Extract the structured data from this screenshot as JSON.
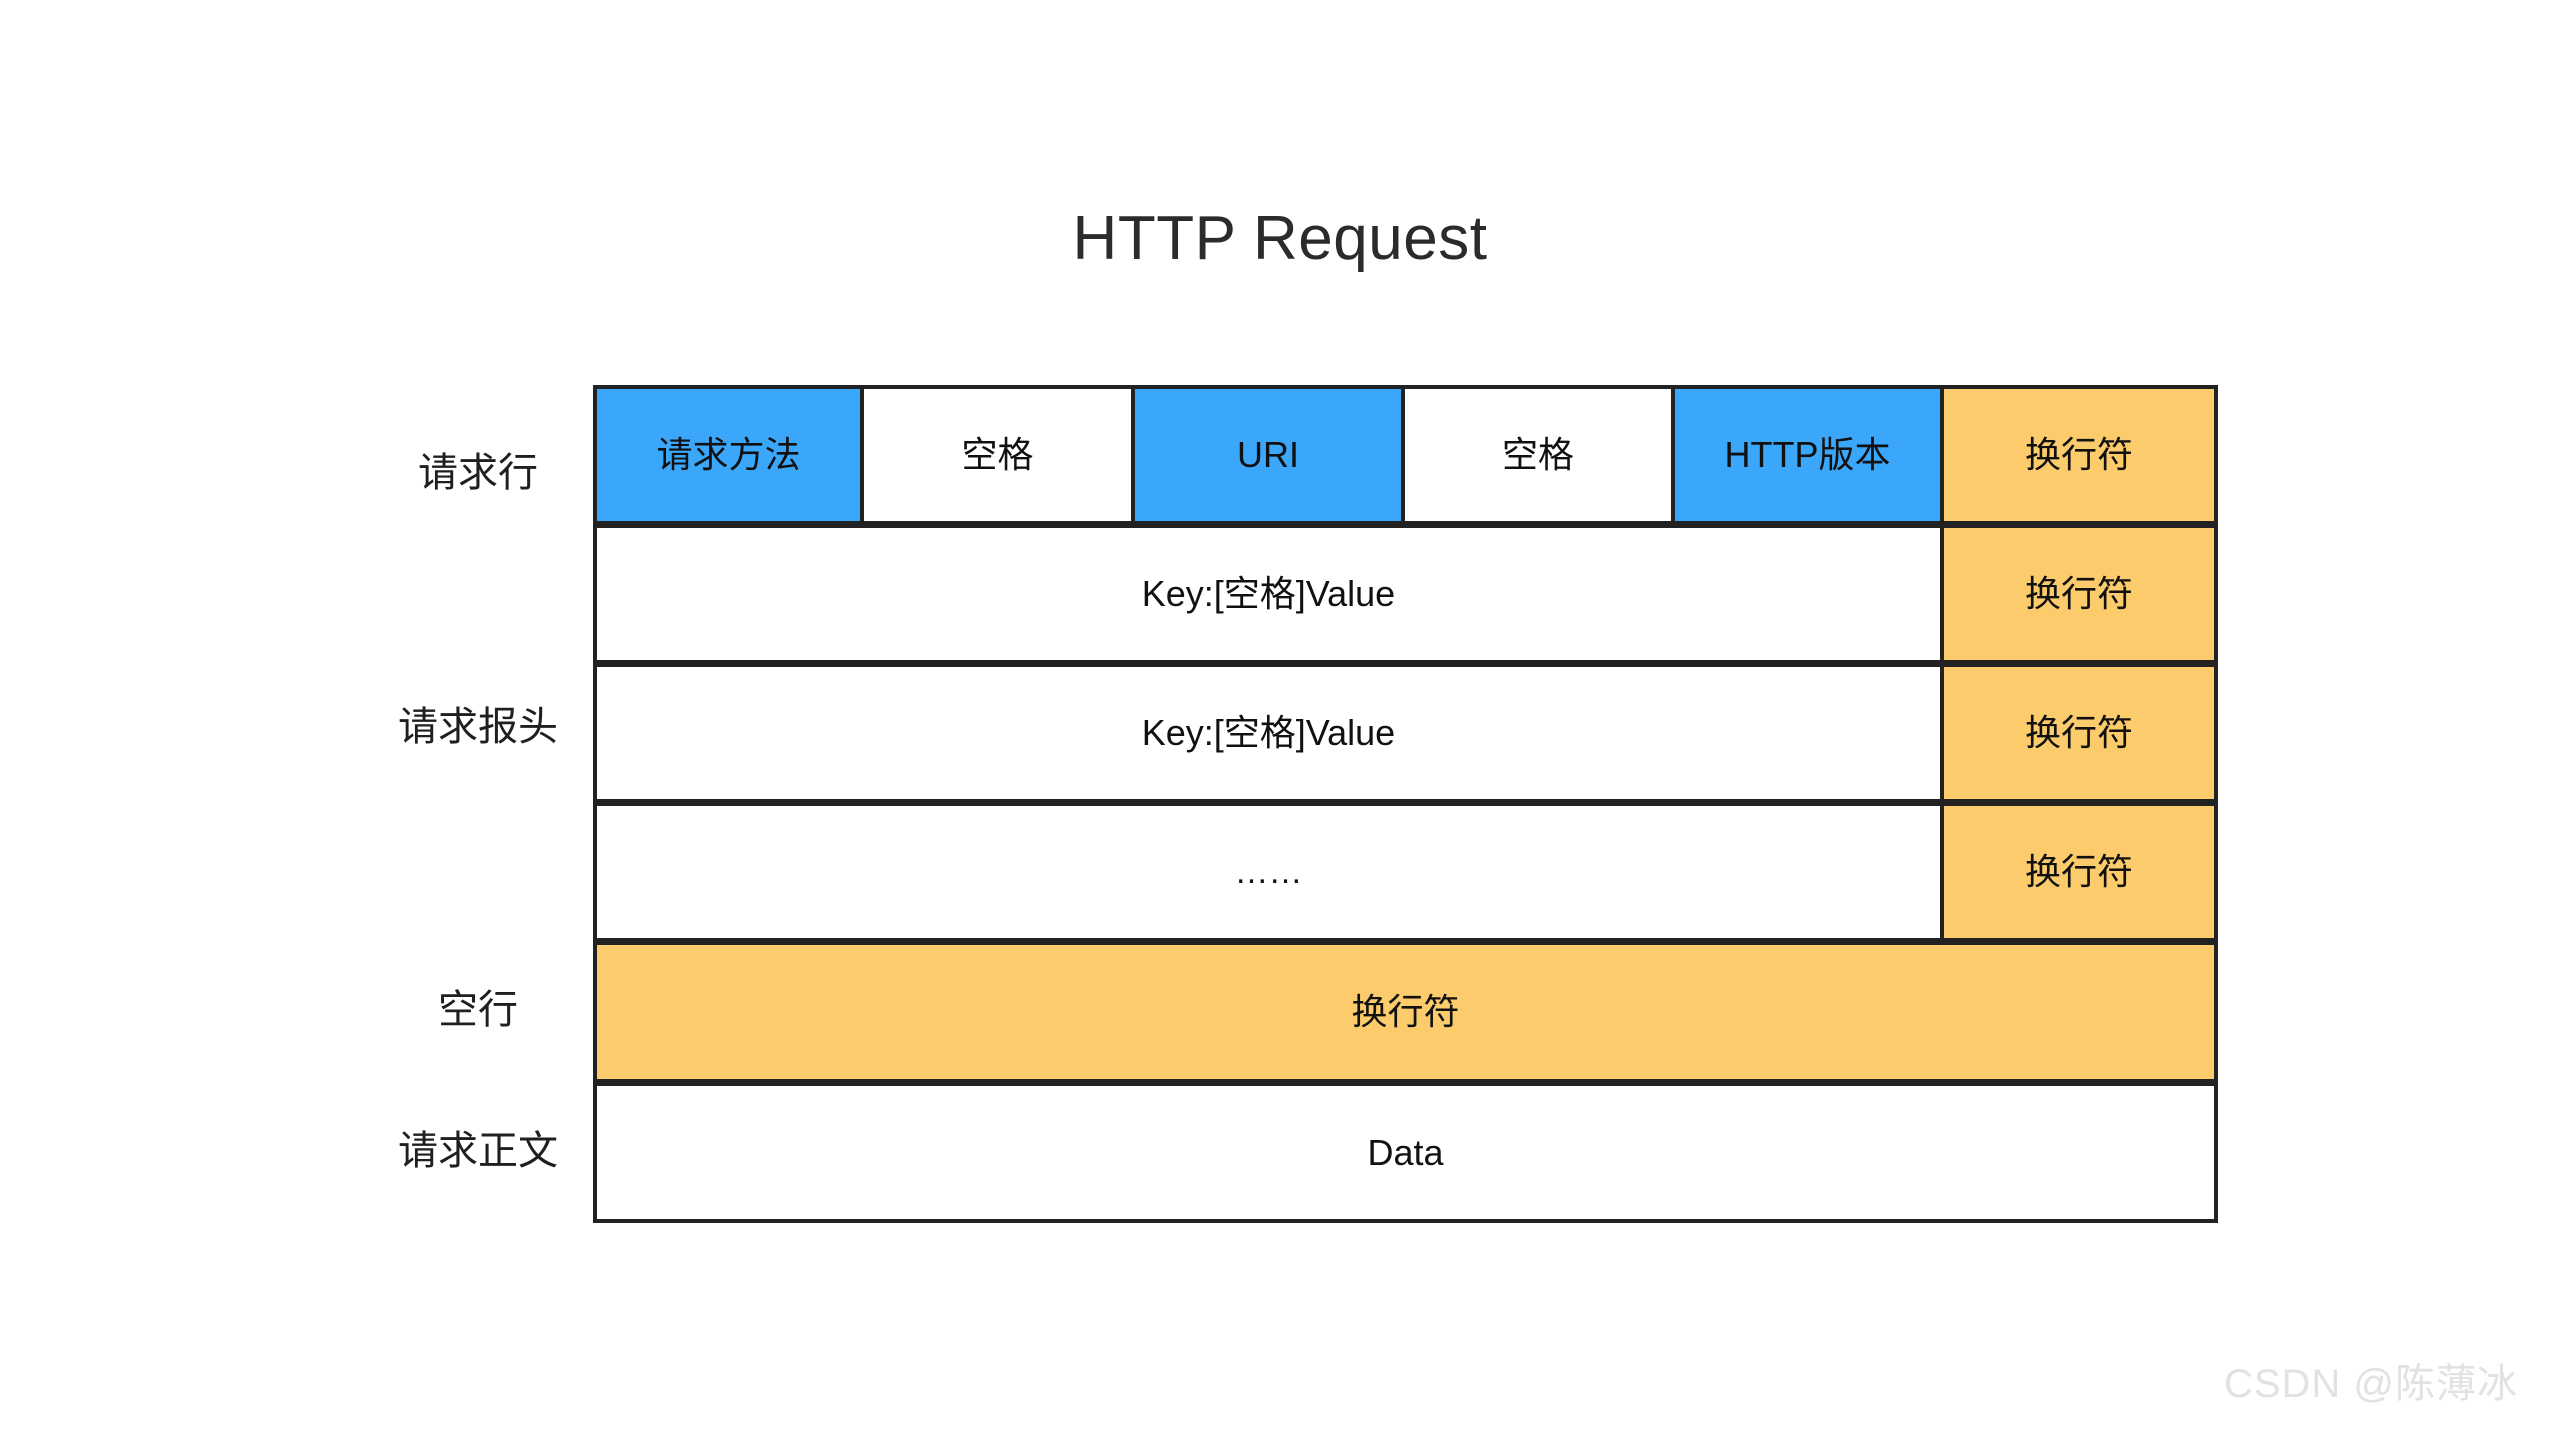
{
  "title": "HTTP Request",
  "watermark": "CSDN @陈薄冰",
  "colors": {
    "blue": "#3BA7FB",
    "amber": "#FCCC6C",
    "white": "#FFFFFF",
    "border": "#222222",
    "text": "#111111",
    "watermark": "#E2E2E2"
  },
  "row_labels": [
    {
      "id": "request-line",
      "text": "请求行"
    },
    {
      "id": "request-headers",
      "text": "请求报头"
    },
    {
      "id": "blank-line",
      "text": "空行"
    },
    {
      "id": "request-body",
      "text": "请求正文"
    }
  ],
  "rows": [
    {
      "id": "request-line-row",
      "cells": [
        {
          "id": "method",
          "text": "请求方法",
          "fill": "blue"
        },
        {
          "id": "space-1",
          "text": "空格",
          "fill": "white"
        },
        {
          "id": "uri",
          "text": "URI",
          "fill": "blue"
        },
        {
          "id": "space-2",
          "text": "空格",
          "fill": "white"
        },
        {
          "id": "http-version",
          "text": "HTTP版本",
          "fill": "blue"
        },
        {
          "id": "crlf-1",
          "text": "换行符",
          "fill": "amber"
        }
      ]
    },
    {
      "id": "header-row-1",
      "cells": [
        {
          "id": "key-value-1",
          "text": "Key:[空格]Value",
          "fill": "white"
        },
        {
          "id": "crlf-2",
          "text": "换行符",
          "fill": "amber"
        }
      ]
    },
    {
      "id": "header-row-2",
      "cells": [
        {
          "id": "key-value-2",
          "text": "Key:[空格]Value",
          "fill": "white"
        },
        {
          "id": "crlf-3",
          "text": "换行符",
          "fill": "amber"
        }
      ]
    },
    {
      "id": "header-row-ellipsis",
      "cells": [
        {
          "id": "ellipsis",
          "text": "……",
          "fill": "white"
        },
        {
          "id": "crlf-4",
          "text": "换行符",
          "fill": "amber"
        }
      ]
    },
    {
      "id": "blank-line-row",
      "cells": [
        {
          "id": "crlf-5",
          "text": "换行符",
          "fill": "amber"
        }
      ]
    },
    {
      "id": "body-row",
      "cells": [
        {
          "id": "data",
          "text": "Data",
          "fill": "white"
        }
      ]
    }
  ]
}
